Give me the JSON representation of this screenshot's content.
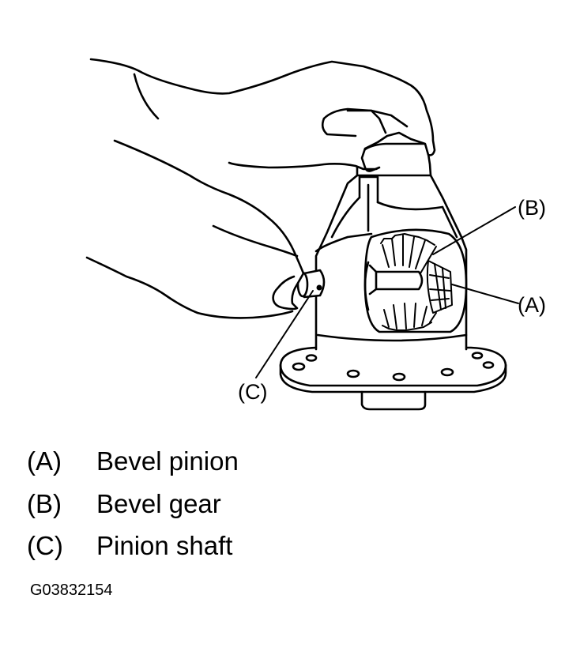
{
  "callouts": {
    "a": "(A)",
    "b": "(B)",
    "c": "(C)"
  },
  "legend": [
    {
      "key": "(A)",
      "text": "Bevel pinion"
    },
    {
      "key": "(B)",
      "text": "Bevel gear"
    },
    {
      "key": "(C)",
      "text": "Pinion shaft"
    }
  ],
  "figure_id": "G03832154"
}
